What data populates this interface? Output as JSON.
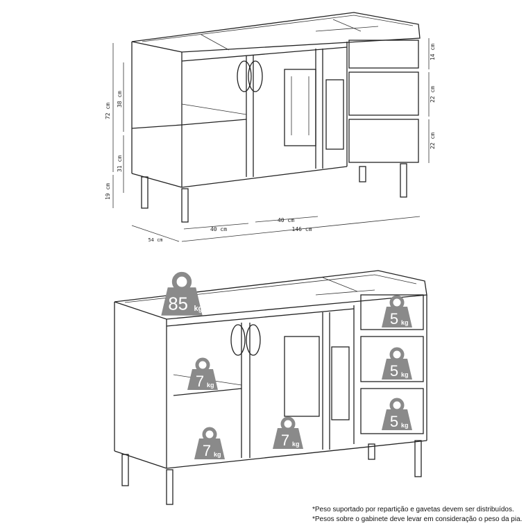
{
  "dimensions": {
    "height_total": "72 cm",
    "upper_compartment": "38 cm",
    "lower_compartment": "31 cm",
    "leg_height": "19 cm",
    "drawer_top": "14 cm",
    "drawer_middle": "22 cm",
    "drawer_bottom": "22 cm",
    "left_door_width": "40 cm",
    "middle_door_width": "40 cm",
    "total_width": "146 cm",
    "depth": "54 cm"
  },
  "weights": {
    "top": {
      "value": "85",
      "unit": "kg"
    },
    "left_shelf": {
      "value": "7",
      "unit": "kg"
    },
    "left_bottom": {
      "value": "7",
      "unit": "kg"
    },
    "middle_bottom": {
      "value": "7",
      "unit": "kg"
    },
    "drawer_1": {
      "value": "5",
      "unit": "kg"
    },
    "drawer_2": {
      "value": "5",
      "unit": "kg"
    },
    "drawer_3": {
      "value": "5",
      "unit": "kg"
    },
    "icon": "weight-icon",
    "icon_color": "#8a8a8a"
  },
  "notes": [
    "*Peso suportado por repartição e gavetas devem ser distribuídos.",
    "*Pesos sobre o gabinete deve levar em consideração o peso da pia."
  ]
}
